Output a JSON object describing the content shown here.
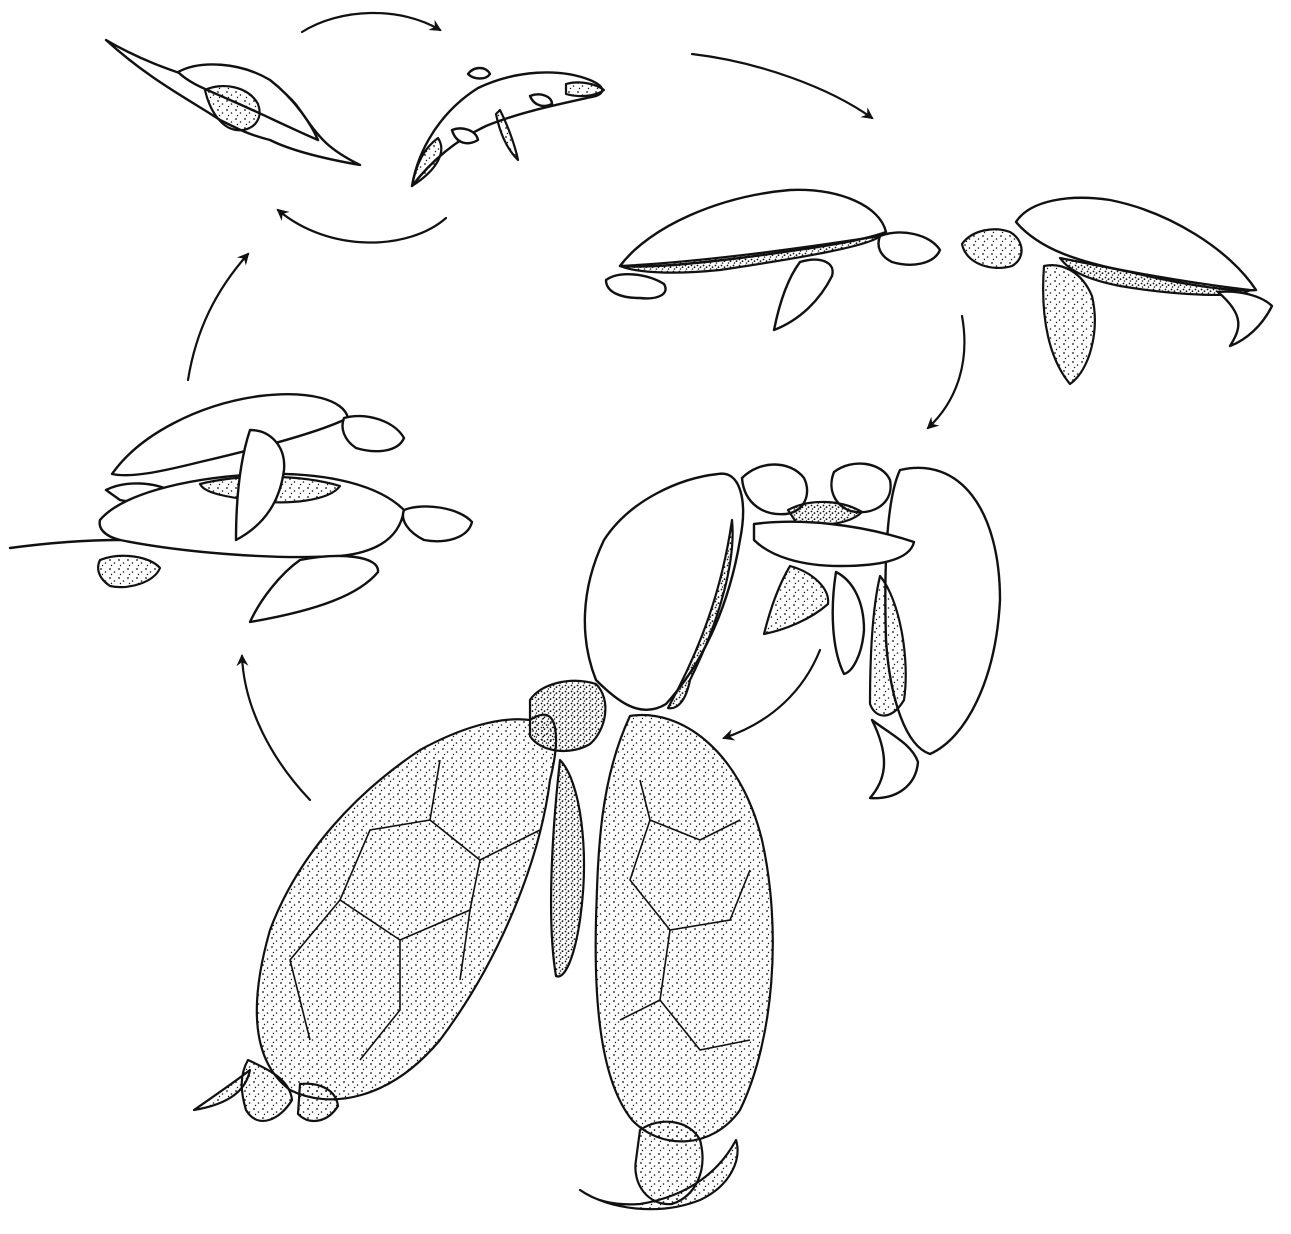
{
  "figure": {
    "background_color": "#ffffff",
    "ink_color": "#111111",
    "stages": [
      {
        "id": "pair-circling-top-left"
      },
      {
        "id": "pair-circling-top-middle"
      },
      {
        "id": "pair-facing-right"
      },
      {
        "id": "pair-vertical-nuzzling"
      },
      {
        "id": "mating-pair-mounted"
      },
      {
        "id": "pair-stacked-left"
      }
    ],
    "arrows": [
      {
        "id": "arrow-top-circle"
      },
      {
        "id": "arrow-top-to-right"
      },
      {
        "id": "arrow-right-down"
      },
      {
        "id": "arrow-to-mating"
      },
      {
        "id": "arrow-mating-to-left"
      },
      {
        "id": "arrow-left-up"
      },
      {
        "id": "arrow-circle-return"
      }
    ]
  }
}
